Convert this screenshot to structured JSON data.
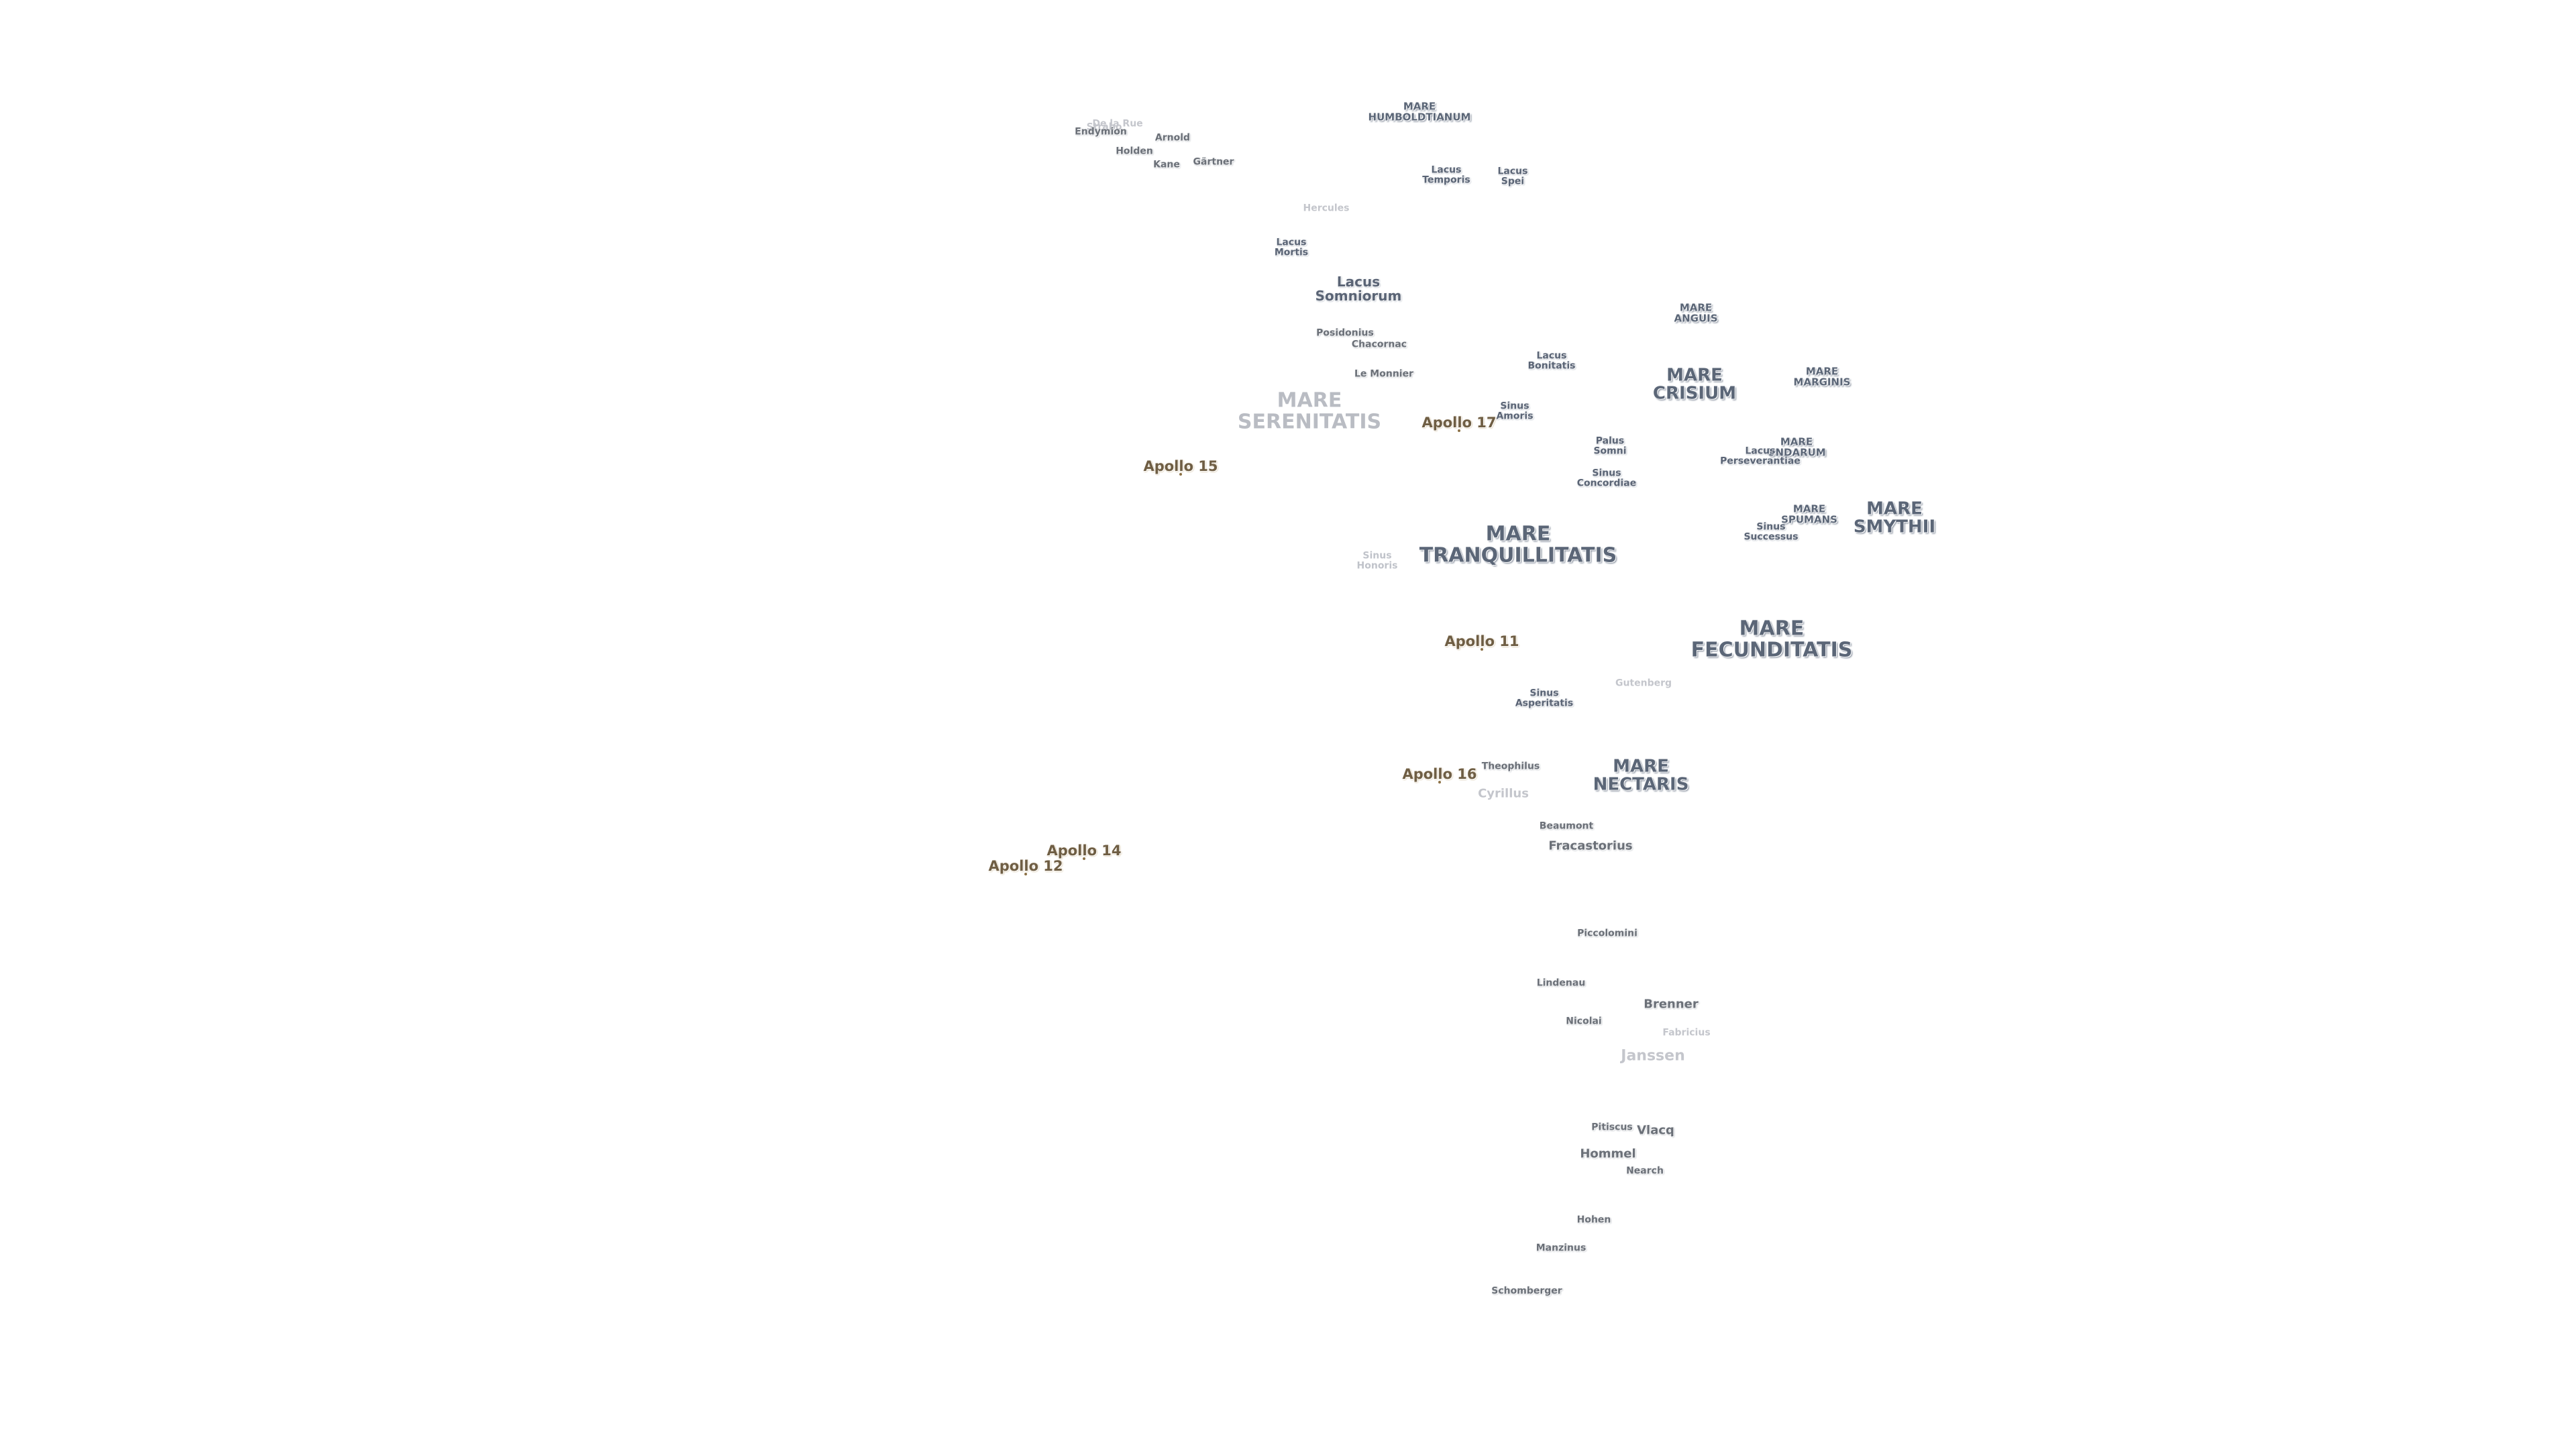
{
  "maria": [
    {
      "id": "humboldtianum",
      "label": "MARE\nHUMBOLDTIANUM",
      "size": "small"
    },
    {
      "id": "serenitatis",
      "label": "MARE\nSERENITATIS",
      "size": "faint"
    },
    {
      "id": "crisium",
      "label": "MARE\nCRISIUM",
      "size": "normal"
    },
    {
      "id": "marginis",
      "label": "MARE\nMARGINIS",
      "size": "small"
    },
    {
      "id": "anguis",
      "label": "MARE\nANGUIS",
      "size": "small"
    },
    {
      "id": "undarum",
      "label": "MARE\nUNDARUM",
      "size": "small"
    },
    {
      "id": "spumans",
      "label": "MARE\nSPUMANS",
      "size": "small"
    },
    {
      "id": "smythii",
      "label": "MARE\nSMYTHII",
      "size": "normal"
    },
    {
      "id": "tranquillitatis",
      "label": "MARE\nTRANQUILLITATIS",
      "size": "big"
    },
    {
      "id": "fecunditatis",
      "label": "MARE\nFECUNDITATIS",
      "size": "big"
    },
    {
      "id": "nectaris",
      "label": "MARE\nNECTARIS",
      "size": "normal"
    }
  ],
  "lakes": [
    {
      "id": "lacus-temporis",
      "label": "Lacus\nTemporis"
    },
    {
      "id": "lacus-spei",
      "label": "Lacus\nSpei"
    },
    {
      "id": "lacus-mortis",
      "label": "Lacus\nMortis"
    },
    {
      "id": "lacus-somniorum",
      "label": "Lacus\nSomniorum"
    },
    {
      "id": "lacus-bonitatis",
      "label": "Lacus\nBonitatis"
    },
    {
      "id": "sinus-amoris",
      "label": "Sinus\nAmoris"
    },
    {
      "id": "palus-somni",
      "label": "Palus\nSomni"
    },
    {
      "id": "sinus-concordiae",
      "label": "Sinus\nConcordiae"
    },
    {
      "id": "lacus-perseverantiae",
      "label": "Lacus\nPerseverantiae"
    },
    {
      "id": "sinus-successus",
      "label": "Sinus\nSuccessus"
    },
    {
      "id": "sinus-honoris",
      "label": "Sinus\nHonoris"
    },
    {
      "id": "sinus-asperitatis",
      "label": "Sinus\nAsperitatis"
    }
  ],
  "craters": [
    {
      "id": "de-la-rue",
      "label": "De la Rue"
    },
    {
      "id": "strabo",
      "label": "Strabo"
    },
    {
      "id": "endymion",
      "label": "Endymion"
    },
    {
      "id": "arnold",
      "label": "Arnold"
    },
    {
      "id": "holden",
      "label": "Holden"
    },
    {
      "id": "kane",
      "label": "Kane"
    },
    {
      "id": "gartner",
      "label": "Gärtner"
    },
    {
      "id": "hercules",
      "label": "Hercules"
    },
    {
      "id": "posidonius",
      "label": "Posidonius"
    },
    {
      "id": "chacornac",
      "label": "Chacornac"
    },
    {
      "id": "le-monnier",
      "label": "Le Monnier"
    },
    {
      "id": "gutenberg",
      "label": "Gutenberg"
    },
    {
      "id": "theophilus",
      "label": "Theophilus"
    },
    {
      "id": "cyrillus",
      "label": "Cyrillus"
    },
    {
      "id": "beaumont",
      "label": "Beaumont"
    },
    {
      "id": "fracastorius",
      "label": "Fracastorius"
    },
    {
      "id": "piccolomini",
      "label": "Piccolomini"
    },
    {
      "id": "lindenau",
      "label": "Lindenau"
    },
    {
      "id": "brenner",
      "label": "Brenner"
    },
    {
      "id": "nicolai",
      "label": "Nicolai"
    },
    {
      "id": "fabricius",
      "label": "Fabricius"
    },
    {
      "id": "janssen",
      "label": "Janssen"
    },
    {
      "id": "pitiscus",
      "label": "Pitiscus"
    },
    {
      "id": "vlacq",
      "label": "Vlacq"
    },
    {
      "id": "hommel",
      "label": "Hommel"
    },
    {
      "id": "nearch",
      "label": "Nearch"
    },
    {
      "id": "hohen",
      "label": "Hohen"
    },
    {
      "id": "manzinus",
      "label": "Manzinus"
    },
    {
      "id": "schomberger",
      "label": "Schomberger"
    }
  ],
  "apollo_sites": [
    {
      "id": "apollo-17",
      "label": "Apollo 17"
    },
    {
      "id": "apollo-15",
      "label": "Apollo 15"
    },
    {
      "id": "apollo-11",
      "label": "Apollo 11"
    },
    {
      "id": "apollo-16",
      "label": "Apollo 16"
    },
    {
      "id": "apollo-14",
      "label": "Apollo 14"
    },
    {
      "id": "apollo-12",
      "label": "Apollo 12"
    }
  ],
  "colors": {
    "background": "#ffffff",
    "mare_text": "#5b6677",
    "crater_text": "#6b7078",
    "apollo_text": "#6f5e44"
  }
}
